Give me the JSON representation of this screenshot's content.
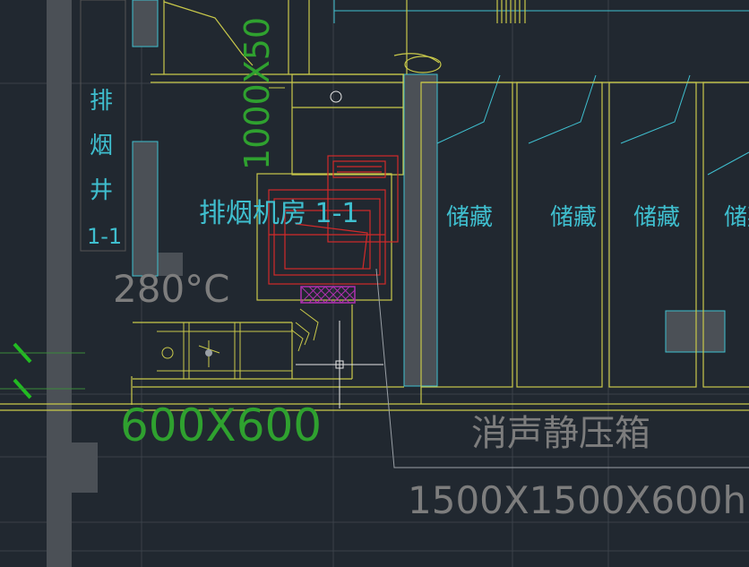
{
  "labels": {
    "shaft": [
      "排",
      "烟",
      "井",
      "1-1"
    ],
    "fan_room": "排烟机房 1-1",
    "temperature": "280°C",
    "storage": [
      "储藏",
      "储藏",
      "储藏",
      "储藏"
    ],
    "duct_vertical": "1000X50",
    "duct_horizontal": "600X600",
    "silencer_name": "消声静压箱",
    "silencer_size": "1500X1500X600h"
  },
  "colors": {
    "background": "#212830",
    "wall": "#4b5056",
    "yellow": "#c9c94a",
    "cyan": "#3fbfcf",
    "red": "#d22a2a",
    "magenta": "#b030b0",
    "green_text": "#2fa12f",
    "dim_text": "#7d7d7d",
    "white": "#e6e6e6"
  }
}
